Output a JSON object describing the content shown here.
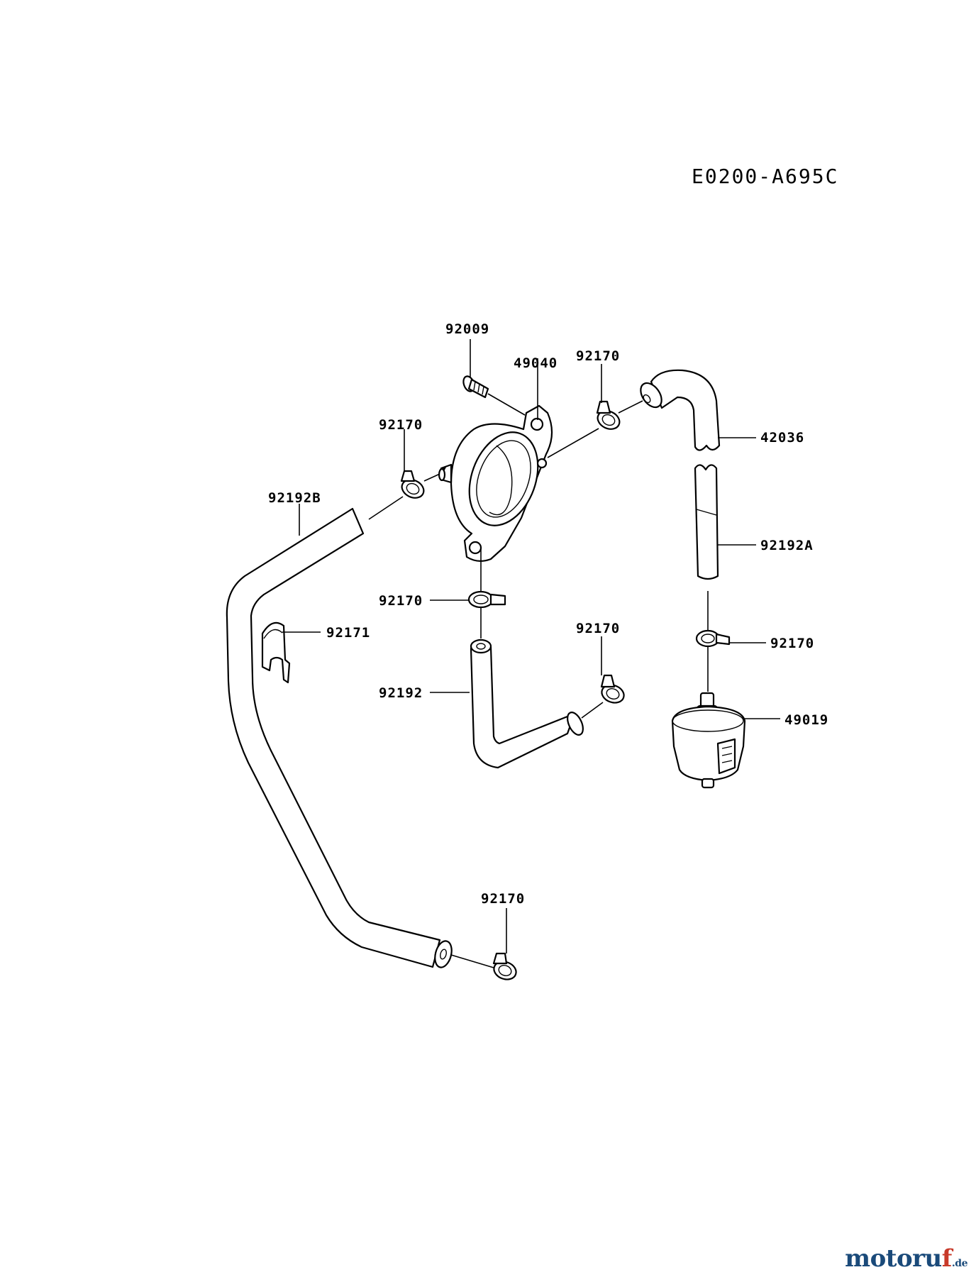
{
  "diagram_code": "E0200-A695C",
  "parts": [
    {
      "id": "p-92009",
      "number": "92009"
    },
    {
      "id": "p-49040",
      "number": "49040"
    },
    {
      "id": "p-92170-top",
      "number": "92170"
    },
    {
      "id": "p-42036",
      "number": "42036"
    },
    {
      "id": "p-92170-left",
      "number": "92170"
    },
    {
      "id": "p-92192B",
      "number": "92192B"
    },
    {
      "id": "p-92192A",
      "number": "92192A"
    },
    {
      "id": "p-92170-mid",
      "number": "92170"
    },
    {
      "id": "p-92171",
      "number": "92171"
    },
    {
      "id": "p-92170-midright",
      "number": "92170"
    },
    {
      "id": "p-92170-right",
      "number": "92170"
    },
    {
      "id": "p-92192",
      "number": "92192"
    },
    {
      "id": "p-49019",
      "number": "49019"
    },
    {
      "id": "p-92170-bottom",
      "number": "92170"
    }
  ],
  "watermark": {
    "main": "motoru",
    "accent": "f",
    "tld": ".de"
  }
}
